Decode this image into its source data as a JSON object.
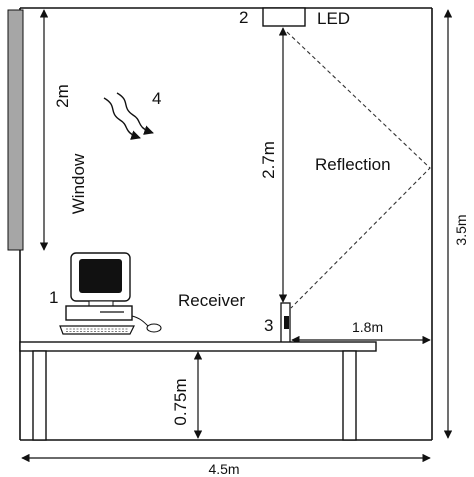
{
  "labels": {
    "led_number": "2",
    "led_text": "LED",
    "noise_number": "4",
    "computer_number": "1",
    "receiver_text": "Receiver",
    "receiver_number": "3",
    "reflection_text": "Reflection",
    "window_text": "Window",
    "window_height": "2m",
    "led_receiver_distance": "2.7m",
    "room_height": "3.5m",
    "receiver_wall_distance": "1.8m",
    "table_height": "0.75m",
    "room_width": "4.5m"
  },
  "colors": {
    "line": "#111111",
    "window_fill": "#a6a6a6",
    "table_fill": "#ffffff",
    "screen": "#111111"
  }
}
